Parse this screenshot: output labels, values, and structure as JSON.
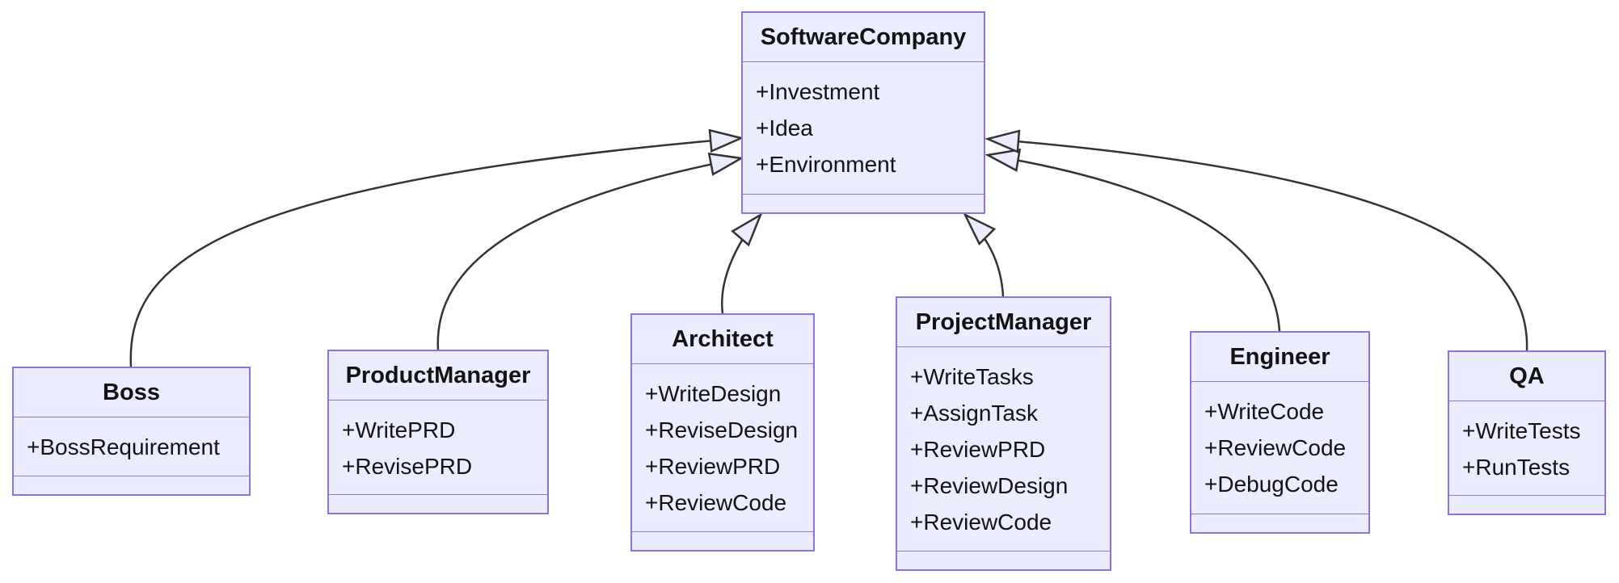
{
  "diagram": {
    "kind": "uml-class-diagram",
    "background_color": "#ffffff",
    "colors": {
      "node_fill": "#ECECFF",
      "node_border": "#9370DB",
      "edge_stroke": "#333333",
      "arrowhead_fill": "#ECECFF",
      "text": "#131313"
    },
    "classes": [
      {
        "name": "SoftwareCompany",
        "attributes": [
          "+Investment",
          "+Idea",
          "+Environment"
        ],
        "methods": []
      },
      {
        "name": "Boss",
        "attributes": [
          "+BossRequirement"
        ],
        "methods": []
      },
      {
        "name": "ProductManager",
        "attributes": [
          "+WritePRD",
          "+RevisePRD"
        ],
        "methods": []
      },
      {
        "name": "Architect",
        "attributes": [
          "+WriteDesign",
          "+ReviseDesign",
          "+ReviewPRD",
          "+ReviewCode"
        ],
        "methods": []
      },
      {
        "name": "ProjectManager",
        "attributes": [
          "+WriteTasks",
          "+AssignTask",
          "+ReviewPRD",
          "+ReviewDesign",
          "+ReviewCode"
        ],
        "methods": []
      },
      {
        "name": "Engineer",
        "attributes": [
          "+WriteCode",
          "+ReviewCode",
          "+DebugCode"
        ],
        "methods": []
      },
      {
        "name": "QA",
        "attributes": [
          "+WriteTests",
          "+RunTests"
        ],
        "methods": []
      }
    ],
    "relationships": [
      {
        "from": "Boss",
        "to": "SoftwareCompany",
        "type": "inheritance",
        "arrow": "hollow-triangle"
      },
      {
        "from": "ProductManager",
        "to": "SoftwareCompany",
        "type": "inheritance",
        "arrow": "hollow-triangle"
      },
      {
        "from": "Architect",
        "to": "SoftwareCompany",
        "type": "inheritance",
        "arrow": "hollow-triangle"
      },
      {
        "from": "ProjectManager",
        "to": "SoftwareCompany",
        "type": "inheritance",
        "arrow": "hollow-triangle"
      },
      {
        "from": "Engineer",
        "to": "SoftwareCompany",
        "type": "inheritance",
        "arrow": "hollow-triangle"
      },
      {
        "from": "QA",
        "to": "SoftwareCompany",
        "type": "inheritance",
        "arrow": "hollow-triangle"
      }
    ]
  }
}
